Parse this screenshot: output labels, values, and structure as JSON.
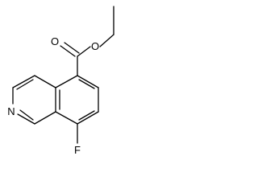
{
  "molecule": {
    "atoms": {
      "ring_nitrogen": "N",
      "carbonyl_oxygen": "O",
      "ester_oxygen": "O",
      "fluorine": "F"
    }
  }
}
